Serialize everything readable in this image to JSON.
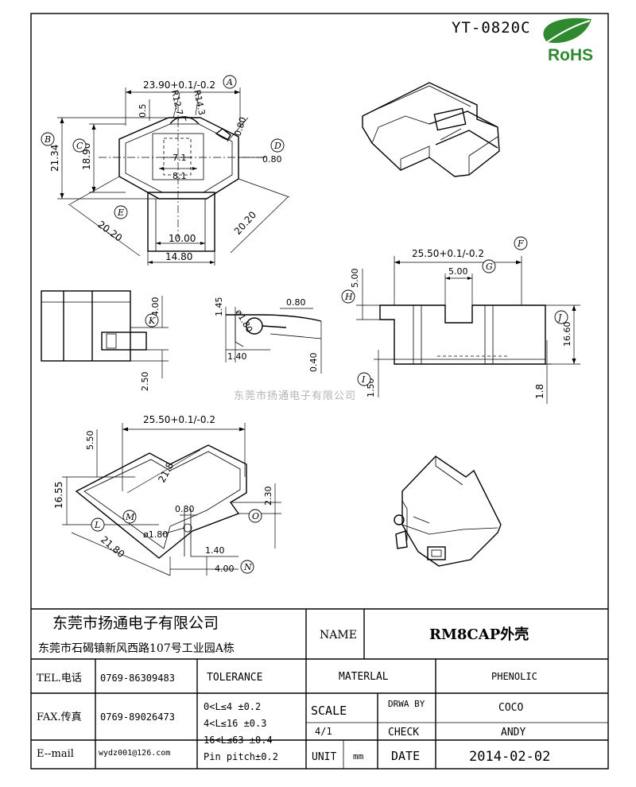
{
  "drawing_no": "YT-0820C",
  "logo_text": "RoHS",
  "watermark": "东莞市扬通电子有限公司",
  "top_view": {
    "dim_width": "23.90+0.1/-0.2",
    "bubble_a": "A",
    "dim_05": "0.5",
    "dim_r127": "R12.7",
    "dim_r143": "R14.3",
    "dim_080_a": "0.80",
    "dim_080_b": "0.80",
    "bubble_b": "B",
    "dim_2134": "21.34",
    "bubble_c": "C",
    "dim_1890": "18.90",
    "dim_71": "7.1",
    "dim_81": "8.1",
    "bubble_d": "D",
    "bubble_e": "E",
    "dim_2020_a": "20.20",
    "dim_2020_b": "20.20",
    "dim_1000": "10.00",
    "dim_1480": "14.80"
  },
  "side_views": {
    "dim_400": "4.00",
    "bubble_k": "K",
    "dim_250": "2.50",
    "dim_145": "1.45",
    "dim_phi180": "ø1.80",
    "dim_080": "0.80",
    "dim_140": "1.40",
    "dim_040": "0.40"
  },
  "front_view": {
    "dim_width": "25.50+0.1/-0.2",
    "bubble_f": "F",
    "dim_500": "5.00",
    "bubble_g": "G",
    "dim_500_h": "5.00",
    "bubble_h": "H",
    "bubble_j": "J",
    "dim_1660": "16.60",
    "bubble_i": "I",
    "dim_150": "1.50",
    "dim_18": "1.8"
  },
  "bottom_view": {
    "dim_width": "25.50+0.1/-0.2",
    "dim_550": "5.50",
    "dim_1655": "16.55",
    "dim_218": "21.8",
    "dim_080": "0.80",
    "bubble_m": "M",
    "dim_phi180": "ø1.80",
    "bubble_l": "L",
    "dim_2180": "21.80",
    "dim_230": "2.30",
    "bubble_o": "O",
    "dim_140": "1.40",
    "dim_400": "4.00",
    "bubble_n": "N"
  },
  "title_block": {
    "company_name": "东莞市扬通电子有限公司",
    "company_address": "东莞市石碣镇新风西路107号工业园A栋",
    "name_label": "NAME",
    "name_value": "RM8CAP外壳",
    "tel_label": "TEL.电话",
    "tel_value": "0769-86309483",
    "fax_label": "FAX.传真",
    "fax_value": "0769-89026473",
    "email_label": "E--mail",
    "email_value": "wydz001@126.com",
    "tolerance_label": "TOLERANCE",
    "tol_line1": "0<L≤4   ±0.2",
    "tol_line2": "4<L≤16  ±0.3",
    "tol_line3": "16<L≤63 ±0.4",
    "tol_line4": "Pin pitch±0.2",
    "material_label": "MATERLAL",
    "material_value": "PHENOLIC",
    "scale_label": "SCALE",
    "scale_value": "4/1",
    "drawn_label": "DRWA BY",
    "drawn_value": "COCO",
    "check_label": "CHECK",
    "check_value": "ANDY",
    "unit_label": "UNIT",
    "unit_value": "mm",
    "date_label": "DATE",
    "date_value": "2014-02-02"
  }
}
